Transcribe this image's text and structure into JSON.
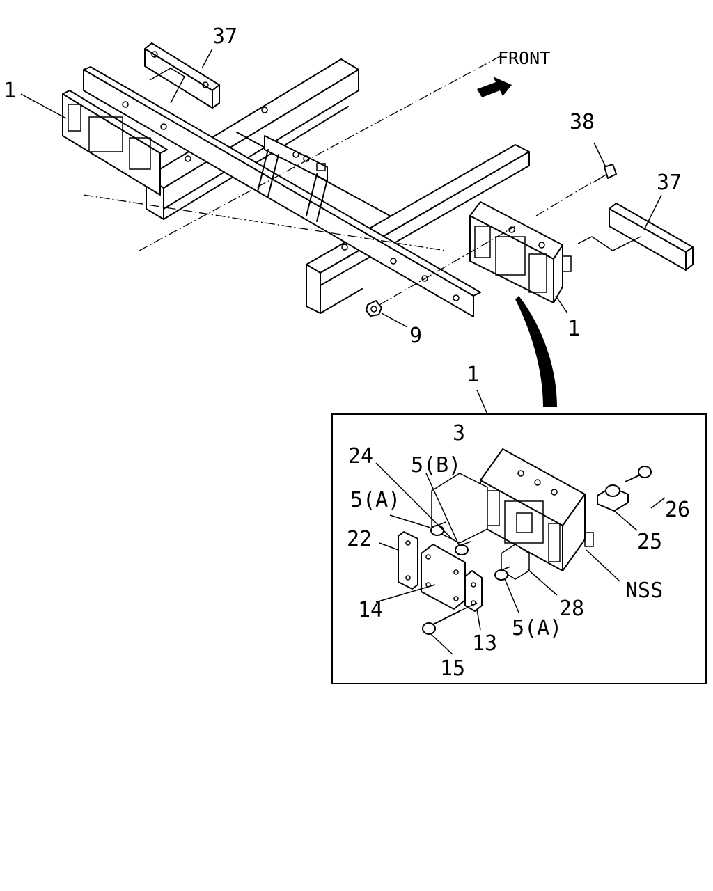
{
  "direction_label": "FRONT",
  "callouts": {
    "p1_left": "1",
    "p37_top": "37",
    "p38": "38",
    "p37_right": "37",
    "p9": "9",
    "p1_right": "1",
    "p1_detail": "1",
    "p3": "3",
    "p24": "24",
    "p5b": "5(B)",
    "p5a_left": "5(A)",
    "p22": "22",
    "p14": "14",
    "p15": "15",
    "p13": "13",
    "p5a_bottom": "5(A)",
    "p28": "28",
    "p26": "26",
    "p25": "25",
    "nss": "NSS"
  }
}
